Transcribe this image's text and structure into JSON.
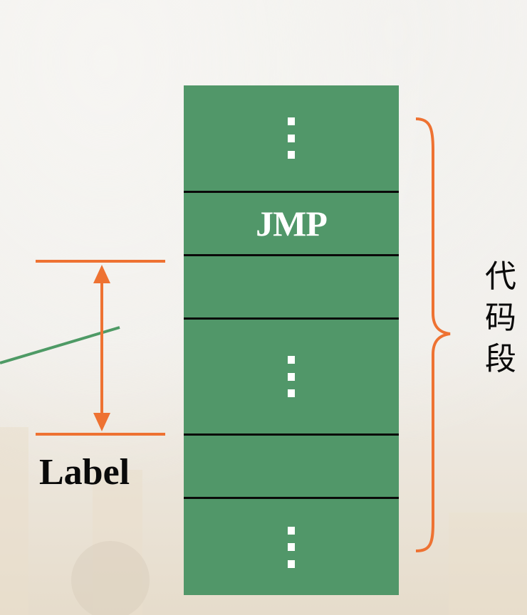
{
  "memory": {
    "cells": [
      {
        "kind": "ellipsis",
        "text": ""
      },
      {
        "kind": "text",
        "text": "JMP"
      },
      {
        "kind": "empty",
        "text": ""
      },
      {
        "kind": "ellipsis",
        "text": ""
      },
      {
        "kind": "empty",
        "text": ""
      },
      {
        "kind": "ellipsis",
        "text": ""
      }
    ]
  },
  "offset": {
    "label": "Label"
  },
  "segment": {
    "label": "代码段"
  },
  "colors": {
    "cell_fill": "#519769",
    "divider": "#0a0a0a",
    "annotation": "#ee7232",
    "pointer_line": "#4e9a65",
    "text_on_cell": "#ffffff"
  }
}
